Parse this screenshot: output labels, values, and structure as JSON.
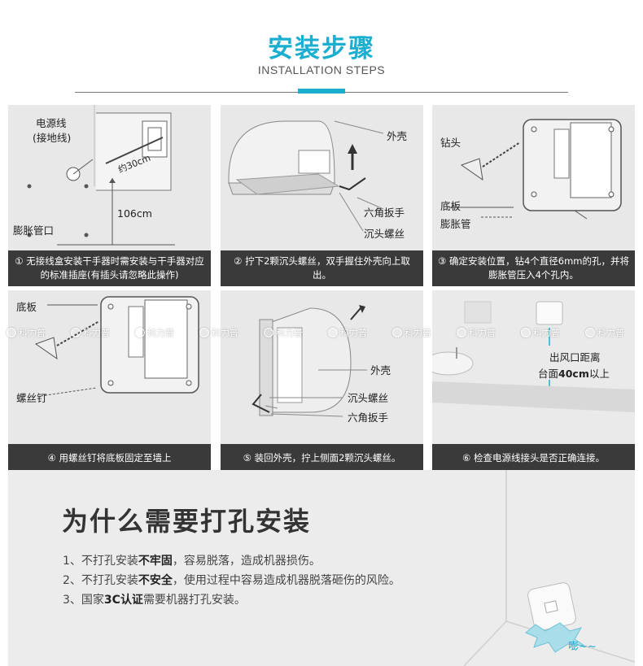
{
  "header": {
    "title_cn": "安装步骤",
    "title_en": "INSTALLATION STEPS"
  },
  "steps": [
    {
      "labels": {
        "power_line": "电源线",
        "ground": "(接地线)",
        "about_30cm": "约30cm",
        "height": "106cm",
        "anchor": "膨胀管口"
      },
      "caption": "① 无接线盒安装干手器时需安装与干手器对应的标准插座(有插头请忽略此操作)"
    },
    {
      "labels": {
        "shell": "外壳",
        "hex_wrench": "六角扳手",
        "screw": "沉头螺丝"
      },
      "caption": "② 拧下2颗沉头螺丝，双手握住外壳向上取出。"
    },
    {
      "labels": {
        "drill": "钻头",
        "base": "底板",
        "anchor": "膨胀管"
      },
      "caption": "③ 确定安装位置，钻4个直径6mm的孔，并将膨胀管压入4个孔内。"
    },
    {
      "labels": {
        "base": "底板",
        "screw_nail": "螺丝钉"
      },
      "caption": "④ 用螺丝钉将底板固定至墙上"
    },
    {
      "labels": {
        "shell": "外壳",
        "screw": "沉头螺丝",
        "hex_wrench": "六角扳手"
      },
      "caption": "⑤ 装回外壳，拧上侧面2颗沉头螺丝。"
    },
    {
      "labels": {
        "outlet_line1": "出风口距离",
        "outlet_line2_pre": "台面",
        "outlet_line2_bold": "40cm",
        "outlet_line2_post": "以上"
      },
      "caption": "⑥ 检查电源线接头是否正确连接。"
    }
  ],
  "watermark": [
    "科力普",
    "科力普",
    "科力普",
    "科力普",
    "科力普",
    "科力普",
    "科力普",
    "科力普",
    "科力普",
    "科力普"
  ],
  "why": {
    "title": "为什么需要打孔安装",
    "items": [
      {
        "pre": "1、不打孔安装",
        "bold": "不牢固",
        "post": "，容易脱落，造成机器损伤。"
      },
      {
        "pre": "2、不打孔安装",
        "bold": "不安全",
        "post": "，使用过程中容易造成机器脱落砸伤的风险。"
      },
      {
        "pre": "3、国家",
        "bold": "3C认证",
        "post": "需要机器打孔安装。"
      }
    ],
    "sound": "嘭~~"
  },
  "colors": {
    "accent": "#1aaed0",
    "caption_bg": "#3a3a3a",
    "panel_bg": "#e8e8e8"
  },
  "icons": [
    "up-arrow-icon",
    "diagonal-arrow-icon",
    "watermark-logo-icon"
  ]
}
